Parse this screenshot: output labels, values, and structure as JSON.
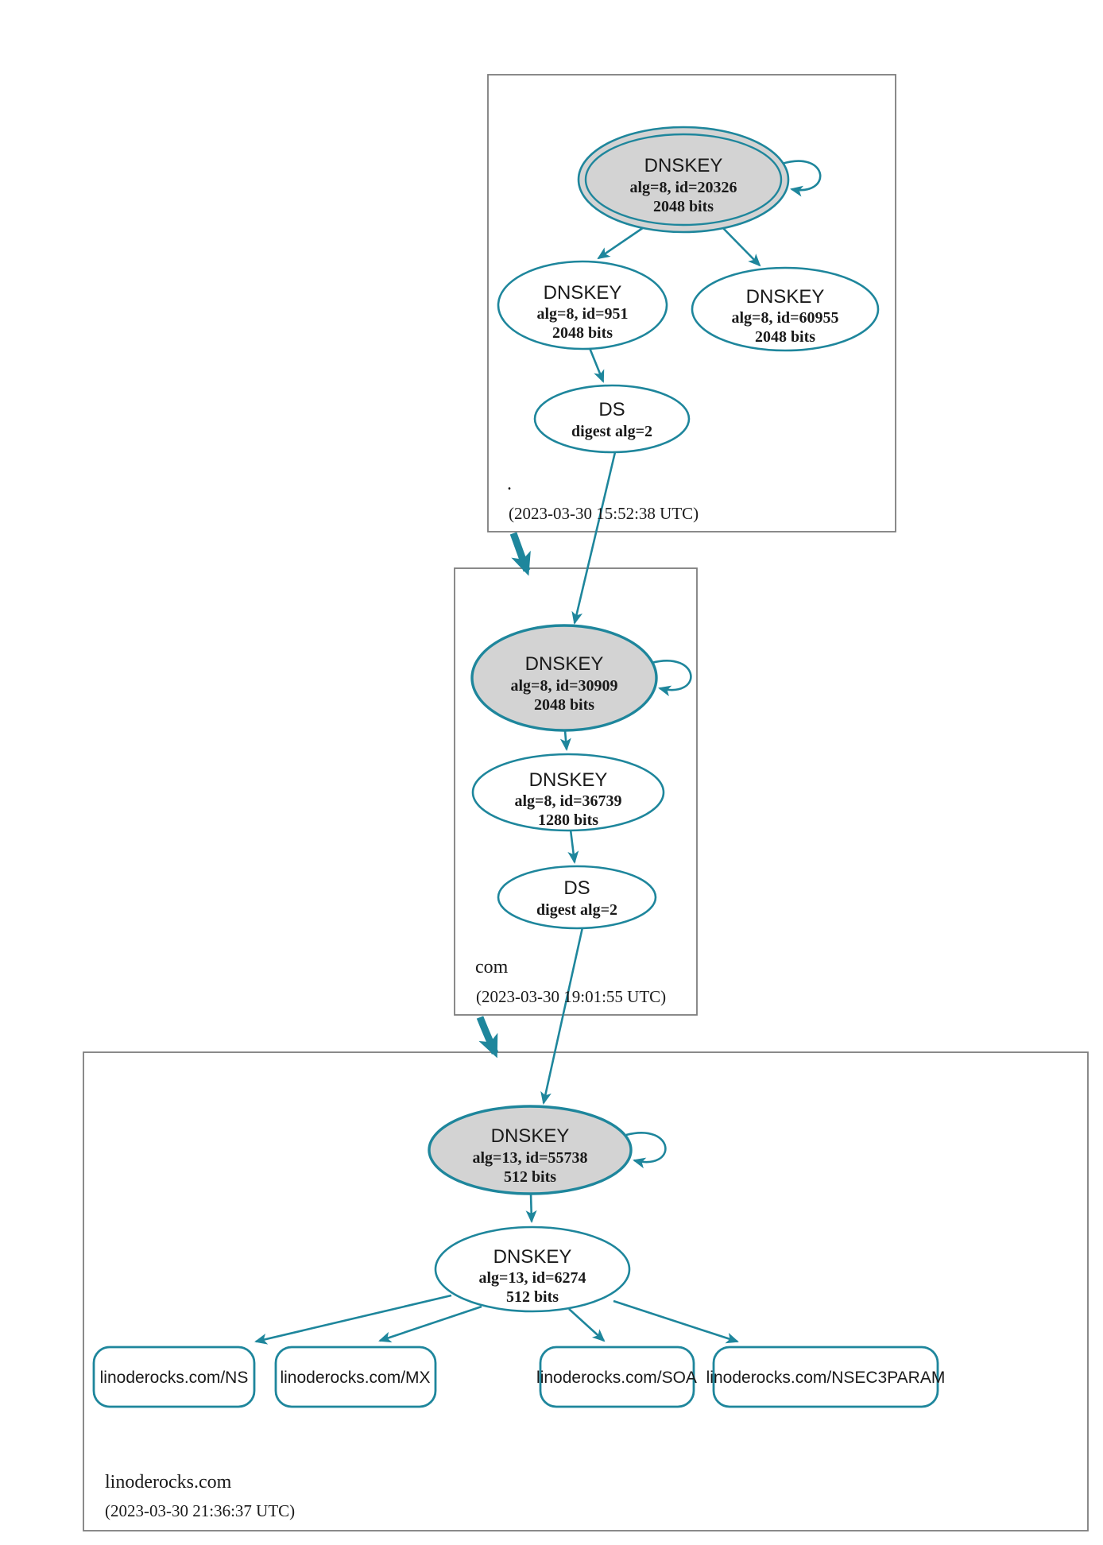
{
  "diagram_type": "dnssec-authentication-chain",
  "colors": {
    "edge_teal": "#1e869c",
    "ksk_fill": "#d3d3d3",
    "node_fill": "#ffffff",
    "zone_border": "#7d7d7d",
    "text": "#1a1a1a"
  },
  "zones": [
    {
      "label": ".",
      "timestamp": "(2023-03-30 15:52:38 UTC)",
      "nodes": {
        "ksk": {
          "title": "DNSKEY",
          "meta": "alg=8, id=20326",
          "size": "2048 bits"
        },
        "zsk1": {
          "title": "DNSKEY",
          "meta": "alg=8, id=951",
          "size": "2048 bits"
        },
        "zsk2": {
          "title": "DNSKEY",
          "meta": "alg=8, id=60955",
          "size": "2048 bits"
        },
        "ds": {
          "title": "DS",
          "meta": "digest alg=2"
        }
      }
    },
    {
      "label": "com",
      "timestamp": "(2023-03-30 19:01:55 UTC)",
      "nodes": {
        "ksk": {
          "title": "DNSKEY",
          "meta": "alg=8, id=30909",
          "size": "2048 bits"
        },
        "zsk": {
          "title": "DNSKEY",
          "meta": "alg=8, id=36739",
          "size": "1280 bits"
        },
        "ds": {
          "title": "DS",
          "meta": "digest alg=2"
        }
      }
    },
    {
      "label": "linoderocks.com",
      "timestamp": "(2023-03-30 21:36:37 UTC)",
      "nodes": {
        "ksk": {
          "title": "DNSKEY",
          "meta": "alg=13, id=55738",
          "size": "512 bits"
        },
        "zsk": {
          "title": "DNSKEY",
          "meta": "alg=13, id=6274",
          "size": "512 bits"
        },
        "records": [
          {
            "label": "linoderocks.com/NS"
          },
          {
            "label": "linoderocks.com/MX"
          },
          {
            "label": "linoderocks.com/SOA"
          },
          {
            "label": "linoderocks.com/NSEC3PARAM"
          }
        ]
      }
    }
  ]
}
